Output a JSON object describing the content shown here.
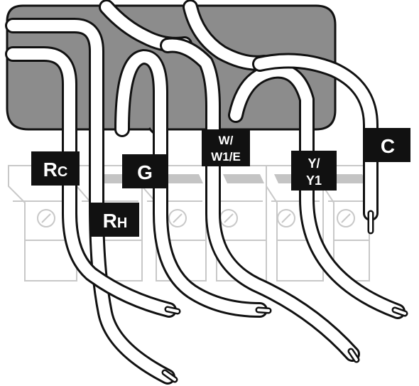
{
  "diagram": {
    "colors": {
      "background": "#ffffff",
      "wire_bundle_plate": "#8c8c8c",
      "terminal_outline": "#c8c8c8",
      "terminal_slot": "#c4c4c4",
      "wire_fill": "#ffffff",
      "wire_outline": "#111111",
      "label_fill": "#111111",
      "label_text": "#ffffff"
    },
    "terminal_count": 6,
    "wire_labels": {
      "rc_main": "R",
      "rc_sub": "C",
      "rh_main": "R",
      "rh_sub": "H",
      "g": "G",
      "w_line1": "W/",
      "w_line2": "W1/E",
      "y_line1": "Y/",
      "y_line2": "Y1",
      "c": "C"
    }
  }
}
